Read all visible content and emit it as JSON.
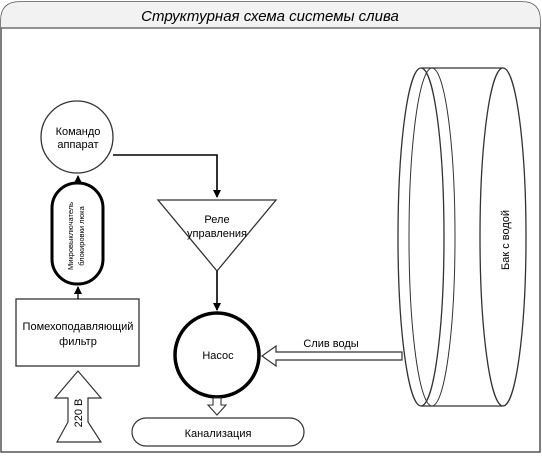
{
  "title": "Структурная схема системы слива",
  "nodes": {
    "controller": {
      "line1": "Командо",
      "line2": "аппарат"
    },
    "microswitch": {
      "line1": "Микровыключатель",
      "line2": "блокировки люка"
    },
    "filter": {
      "line1": "Помехоподавляющий",
      "line2": "фильтр"
    },
    "relay": {
      "line1": "Реле",
      "line2": "управления"
    },
    "pump": {
      "label": "Насос"
    },
    "tank": {
      "label": "Бак с водой"
    },
    "sewer": {
      "label": "Канализация"
    },
    "power": {
      "label": "220 В"
    }
  },
  "edges": {
    "drain": {
      "label": "Слив воды"
    }
  }
}
